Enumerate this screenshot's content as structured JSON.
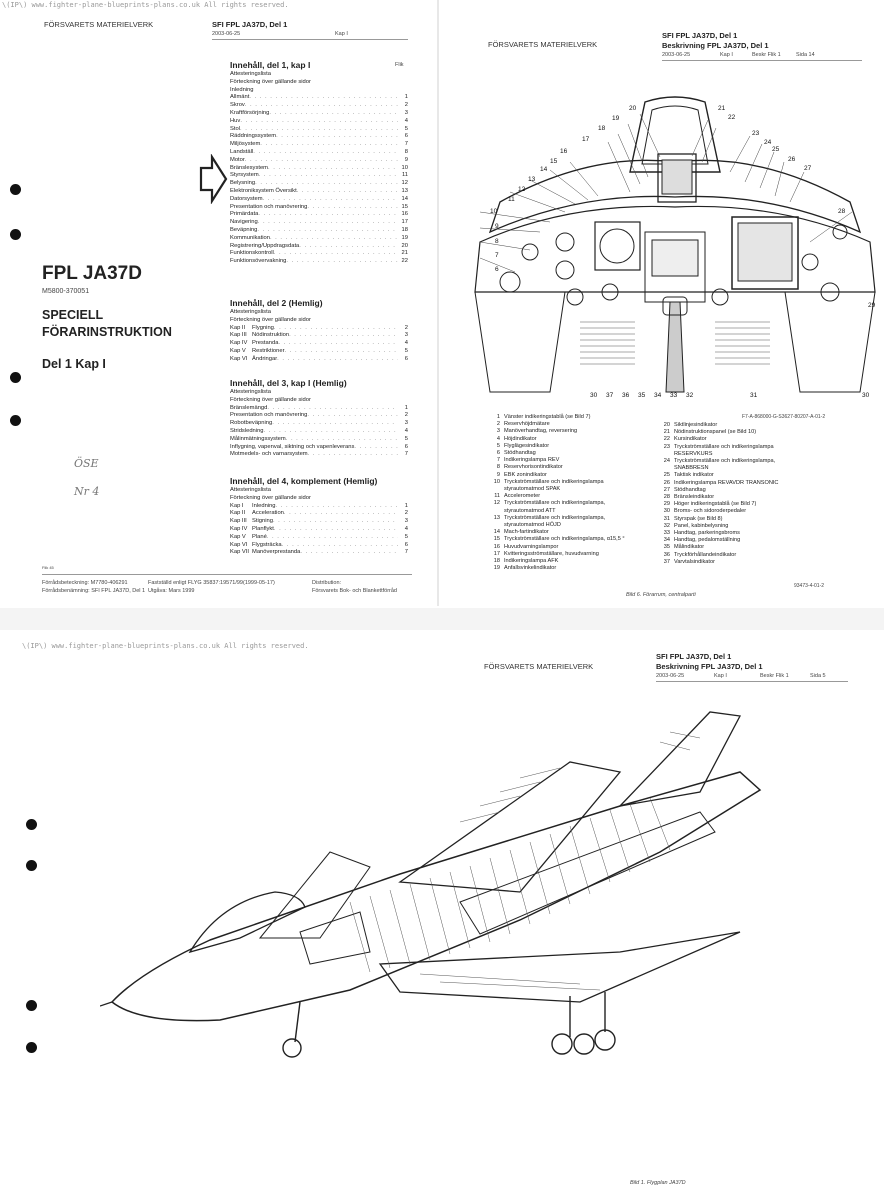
{
  "watermark_top": "\\(IP\\)  www.fighter-plane-blueprints-plans.co.uk All rights reserved.",
  "watermark_mid": "\\(IP\\)  www.fighter-plane-blueprints-plans.co.uk All rights reserved.",
  "page1": {
    "org": "FÖRSVARETS MATERIELVERK",
    "doc": "SFI FPL JA37D, Del 1",
    "date": "2003-06-25",
    "kap": "Kap I",
    "toc1_title": "Innehåll, del 1, kap I",
    "toc1_flik": "Flik",
    "toc1_pre": [
      "Attesteringslista",
      "Förteckning över gällande sidor",
      "Inledning"
    ],
    "toc1_items": [
      {
        "l": "Allmänt",
        "n": "1"
      },
      {
        "l": "Skrov",
        "n": "2"
      },
      {
        "l": "Kraftförsörjning",
        "n": "3"
      },
      {
        "l": "Huv",
        "n": "4"
      },
      {
        "l": "Stol",
        "n": "5"
      },
      {
        "l": "Räddningssystem",
        "n": "6"
      },
      {
        "l": "Miljösystem",
        "n": "7"
      },
      {
        "l": "Landställ",
        "n": "8"
      },
      {
        "l": "Motor",
        "n": "9"
      },
      {
        "l": "Bränslesystem",
        "n": "10"
      },
      {
        "l": "Styrsystem",
        "n": "11"
      },
      {
        "l": "Belysning",
        "n": "12"
      },
      {
        "l": "Elektroniksystem Översikt",
        "n": "13"
      },
      {
        "l": "Datorsystem",
        "n": "14"
      },
      {
        "l": "Presentation och manövrering",
        "n": "15"
      },
      {
        "l": "Primärdata",
        "n": "16"
      },
      {
        "l": "Navigering",
        "n": "17"
      },
      {
        "l": "Beväpning",
        "n": "18"
      },
      {
        "l": "Kommunikation",
        "n": "19"
      },
      {
        "l": "Registrering/Uppdragsdata",
        "n": "20"
      },
      {
        "l": "Funktionskontroll",
        "n": "21"
      },
      {
        "l": "Funktionsövervakning",
        "n": "22"
      }
    ],
    "toc2_title": "Innehåll, del 2 (Hemlig)",
    "toc2_pre": [
      "Attesteringslista",
      "Förteckning över gällande sidor"
    ],
    "toc2_items": [
      {
        "k": "Kap II",
        "l": "Flygning",
        "n": "2"
      },
      {
        "k": "Kap III",
        "l": "Nödinstruktion",
        "n": "3"
      },
      {
        "k": "Kap IV",
        "l": "Prestanda",
        "n": "4"
      },
      {
        "k": "Kap V",
        "l": "Restriktioner",
        "n": "5"
      },
      {
        "k": "Kap VI",
        "l": "Ändringar",
        "n": "6"
      }
    ],
    "toc3_title": "Innehåll, del 3, kap I (Hemlig)",
    "toc3_pre": [
      "Attesteringslista",
      "Förteckning över gällande sidor"
    ],
    "toc3_items": [
      {
        "l": "Bränslemängd",
        "n": "1"
      },
      {
        "l": "Presentation och manövrering",
        "n": "2"
      },
      {
        "l": "Robotbeväpning",
        "n": "3"
      },
      {
        "l": "Stridsledning",
        "n": "4"
      },
      {
        "l": "Målinmätningssystem",
        "n": "5"
      },
      {
        "l": "Inflygning, vapenval, siktning och vapenleverans",
        "n": "6"
      },
      {
        "l": "Motmedels- och varnarsystem",
        "n": "7"
      }
    ],
    "toc4_title": "Innehåll, del 4, komplement (Hemlig)",
    "toc4_pre": [
      "Attesteringslista",
      "Förteckning över gällande sidor"
    ],
    "toc4_items": [
      {
        "k": "Kap I",
        "l": "Inledning",
        "n": "1"
      },
      {
        "k": "Kap II",
        "l": "Acceleration",
        "n": "2"
      },
      {
        "k": "Kap III",
        "l": "Stigning",
        "n": "3"
      },
      {
        "k": "Kap IV",
        "l": "Planflykt",
        "n": "4"
      },
      {
        "k": "Kap V",
        "l": "Plané",
        "n": "5"
      },
      {
        "k": "Kap VI",
        "l": "Flygsträcka",
        "n": "6"
      },
      {
        "k": "Kap VII",
        "l": "Manöverprestanda",
        "n": "7"
      }
    ],
    "title": "FPL JA37D",
    "code": "M5800-370051",
    "sub1": "SPECIELL",
    "sub2": "FÖRARINSTRUKTION",
    "sub3": "Del 1 Kap I",
    "hand1": "ÖSE",
    "hand2": "Nr 4",
    "bottom_small": "Flik 45",
    "foot1a": "Förrådsbeteckning: M7780-406291",
    "foot1b": "Förrådsbenämning: SFI FPL JA37D, Del 1",
    "foot2a": "Fastställd enligt FLYG 35837:19571/99(1999-05-17)",
    "foot2b": "Utgåva: Mars 1999",
    "foot3a": "Distribution:",
    "foot3b": "Försvarets Bok- och Blankettförråd"
  },
  "page2": {
    "org": "FÖRSVARETS MATERIELVERK",
    "doc": "SFI FPL JA37D, Del 1",
    "doc2": "Beskrivning FPL JA37D, Del 1",
    "date": "2003-06-25",
    "kap": "Kap I",
    "flik": "Beskr Flik 1",
    "sida": "Sida 14",
    "ref1": "F7-A-868000-G-S3627-80207-A-01-2",
    "ref2": "93473-4-01-2",
    "caption": "Bild 6.  Förarrum, centralparti",
    "legend_left": [
      {
        "n": "1",
        "t": "Vänster indikeringstablå (se Bild 7)"
      },
      {
        "n": "2",
        "t": "Reservhöjdmätare"
      },
      {
        "n": "3",
        "t": "Manöverhandtag, reversering"
      },
      {
        "n": "4",
        "t": "Höjdindikator"
      },
      {
        "n": "5",
        "t": "Flyglägesindikator"
      },
      {
        "n": "6",
        "t": "Stödhandtag"
      },
      {
        "n": "7",
        "t": "Indikeringslampa REV"
      },
      {
        "n": "8",
        "t": "Reservhorisontindikator"
      },
      {
        "n": "9",
        "t": "EBK zonindikator"
      },
      {
        "n": "10",
        "t": "Tryckströmställare och indikeringslampa"
      },
      {
        "n": "",
        "t": "styrautomatmod SPAK"
      },
      {
        "n": "11",
        "t": "Accelerometer"
      },
      {
        "n": "12",
        "t": "Tryckströmställare och indikeringslampa,"
      },
      {
        "n": "",
        "t": "styrautomatmod ATT"
      },
      {
        "n": "13",
        "t": "Tryckströmställare och indikeringslampa,"
      },
      {
        "n": "",
        "t": "styrautomatmod HÖJD"
      },
      {
        "n": "14",
        "t": "Mach-fartindikator"
      },
      {
        "n": "15",
        "t": "Tryckströmställare och indikeringslampa, α15,5 °"
      },
      {
        "n": "16",
        "t": "Huvudvarningslampor"
      },
      {
        "n": "17",
        "t": "Kvitteringsströmställare, huvudvarning"
      },
      {
        "n": "18",
        "t": "Indikeringslampa AFK"
      },
      {
        "n": "19",
        "t": "Anfallsvinkelindikator"
      }
    ],
    "legend_right": [
      {
        "n": "20",
        "t": "Siktlinjesindikator"
      },
      {
        "n": "21",
        "t": "Nödinstruktionspanel (se Bild 10)"
      },
      {
        "n": "22",
        "t": "Kursindikator"
      },
      {
        "n": "23",
        "t": "Tryckströmställare och indikeringslampa"
      },
      {
        "n": "",
        "t": "RESERVKURS"
      },
      {
        "n": "24",
        "t": "Tryckströmställare och indikeringslampa,"
      },
      {
        "n": "",
        "t": "SNABBRESN"
      },
      {
        "n": "25",
        "t": "Taktisk indikator"
      },
      {
        "n": "26",
        "t": "Indikeringslampa REVAVDR TRANSONIC"
      },
      {
        "n": "27",
        "t": "Stödhandtag"
      },
      {
        "n": "28",
        "t": "Bränsleindikator"
      },
      {
        "n": "29",
        "t": "Höger indikeringstablå (se Bild 7)"
      },
      {
        "n": "30",
        "t": "Broms- och sidoroderpedaler"
      },
      {
        "n": "31",
        "t": "Styrspak (se Bild 8)"
      },
      {
        "n": "32",
        "t": "Panel, kabinbelysning"
      },
      {
        "n": "33",
        "t": "Handtag, parkeringsbroms"
      },
      {
        "n": "34",
        "t": "Handtag, pedalomställning"
      },
      {
        "n": "35",
        "t": "Målindikator"
      },
      {
        "n": "36",
        "t": "Tryckförhållandeindikator"
      },
      {
        "n": "37",
        "t": "Varvtalsindikator"
      }
    ]
  },
  "page3": {
    "org": "FÖRSVARETS MATERIELVERK",
    "doc": "SFI FPL JA37D, Del 1",
    "doc2": "Beskrivning FPL JA37D, Del 1",
    "date": "2003-06-25",
    "kap": "Kap I",
    "flik": "Beskr Flik 1",
    "sida": "Sida 5",
    "caption": "Bild 1.  Flygplan JA37D"
  }
}
